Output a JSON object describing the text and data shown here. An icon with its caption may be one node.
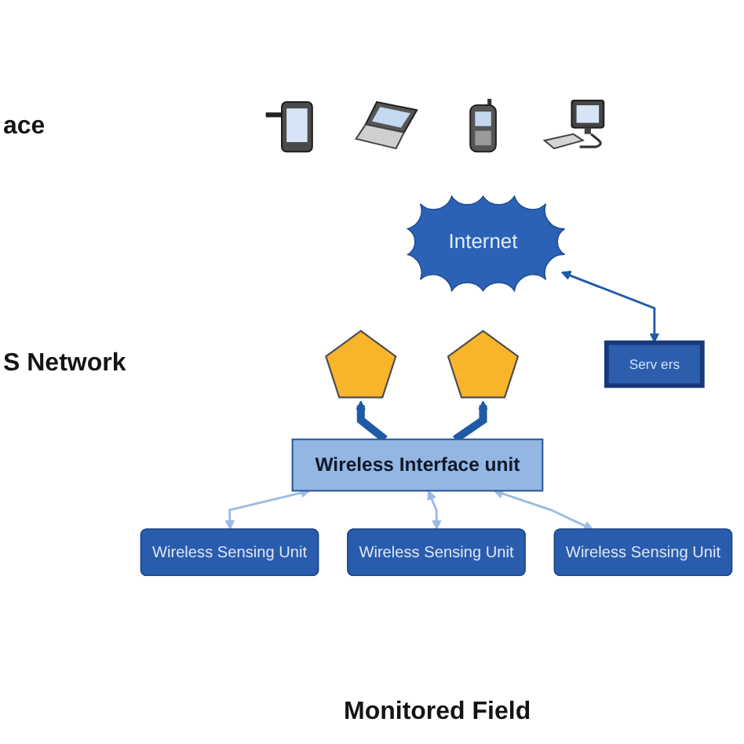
{
  "diagram": {
    "nodes": [
      {
        "text": [],
        "shape": "picture"
      },
      {
        "text": [],
        "shape": "picture"
      },
      {
        "text": [],
        "shape": "picture"
      },
      {
        "text": [],
        "shape": "picture"
      },
      {
        "text": [
          "Internet"
        ]
      },
      {
        "text": [
          "Serv ers"
        ]
      },
      {
        "text": [],
        "shape": "pentagon"
      },
      {
        "text": [],
        "shape": "pentagon"
      },
      {
        "text": [
          "Wireless Interface unit"
        ]
      },
      {
        "text": [
          "Wireless Sensing Unit"
        ]
      },
      {
        "text": [
          "Wireless Sensing Unit"
        ]
      },
      {
        "text": [
          "Wireless Sensing Unit"
        ]
      }
    ],
    "edges": [
      {
        "from": 5,
        "to": 4,
        "arrow": "both"
      },
      {
        "from": 8,
        "to": 6,
        "arrow": "to",
        "style": "thick"
      },
      {
        "from": 8,
        "to": 7,
        "arrow": "to",
        "style": "thick"
      },
      {
        "from": 9,
        "to": 8,
        "arrow": "both",
        "color": "#9bbbe3"
      },
      {
        "from": 10,
        "to": 8,
        "arrow": "both",
        "color": "#9bbbe3"
      },
      {
        "from": 11,
        "to": 8,
        "arrow": "both",
        "color": "#9bbbe3"
      }
    ],
    "labels": [
      "ace",
      "S Network",
      "Monitored Field"
    ]
  }
}
